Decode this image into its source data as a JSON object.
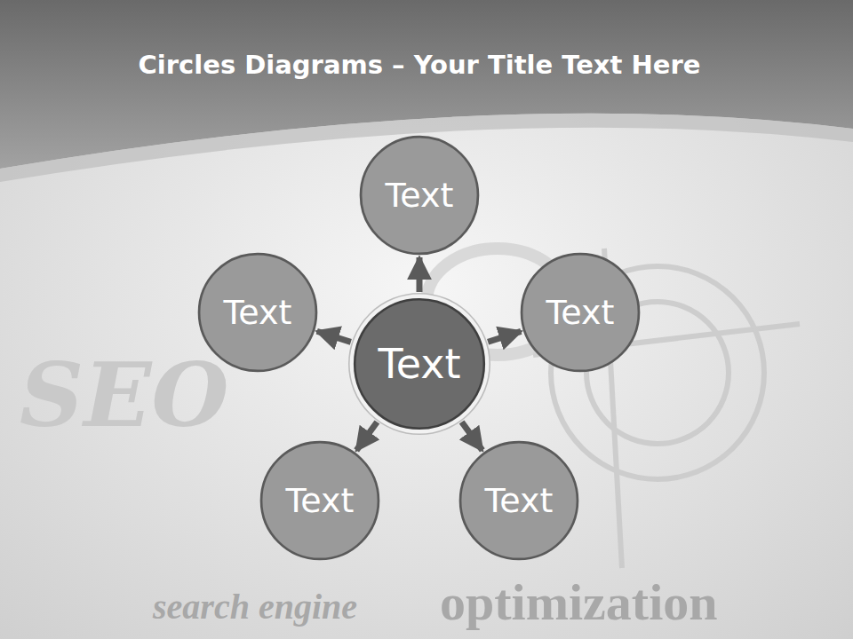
{
  "diagram": {
    "title": "Circles Diagrams – Your Title Text Here",
    "nodes": [
      {
        "text": [
          "Text"
        ]
      },
      {
        "text": [
          "Text"
        ]
      },
      {
        "text": [
          "Text"
        ]
      },
      {
        "text": [
          "Text"
        ]
      },
      {
        "text": [
          "Text"
        ]
      },
      {
        "text": [
          "Text"
        ]
      }
    ],
    "edges": [
      {
        "from": 0,
        "to": 1,
        "arrow": "to"
      },
      {
        "from": 0,
        "to": 2,
        "arrow": "to"
      },
      {
        "from": 0,
        "to": 3,
        "arrow": "to"
      },
      {
        "from": 0,
        "to": 4,
        "arrow": "to"
      },
      {
        "from": 0,
        "to": 5,
        "arrow": "to"
      }
    ],
    "labels": [
      "SEO",
      "search engine",
      "optimization"
    ]
  }
}
